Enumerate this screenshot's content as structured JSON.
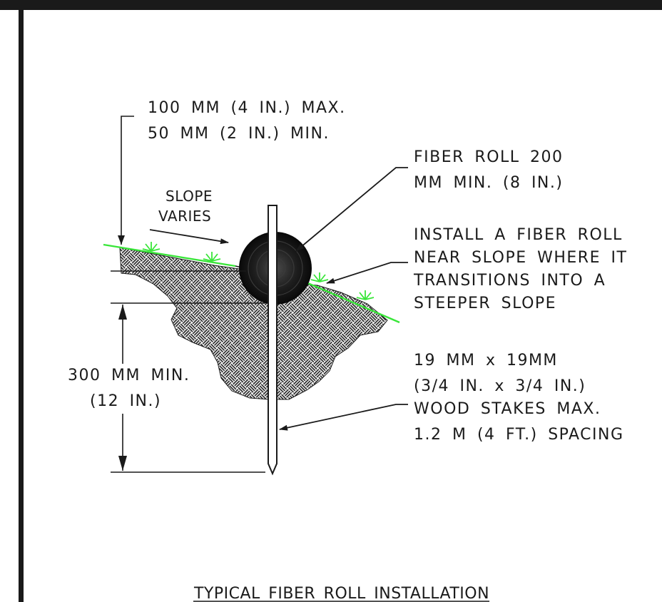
{
  "labels": {
    "lip_max": "100 MM (4 IN.) MAX.",
    "lip_min": "50 MM (2 IN.) MIN.",
    "roll_line1": "FIBER ROLL 200",
    "roll_line2": "MM MIN. (8 IN.)",
    "slope_line1": "SLOPE",
    "slope_line2": "VARIES",
    "install_line1": "INSTALL A FIBER ROLL",
    "install_line2": "NEAR SLOPE WHERE IT",
    "install_line3": "TRANSITIONS INTO A",
    "install_line4": "STEEPER SLOPE",
    "depth_line1": "300 MM MIN.",
    "depth_line2": "(12 IN.)",
    "stake_line1": "19 MM x 19MM",
    "stake_line2": "(3/4 IN. x 3/4 IN.)",
    "stake_line3": "WOOD STAKES MAX.",
    "stake_line4": "1.2 M (4 FT.) SPACING"
  },
  "title": "TYPICAL FIBER ROLL INSTALLATION",
  "colors": {
    "ink": "#1a1a1a",
    "grass": "#39e639",
    "background": "#ffffff"
  }
}
